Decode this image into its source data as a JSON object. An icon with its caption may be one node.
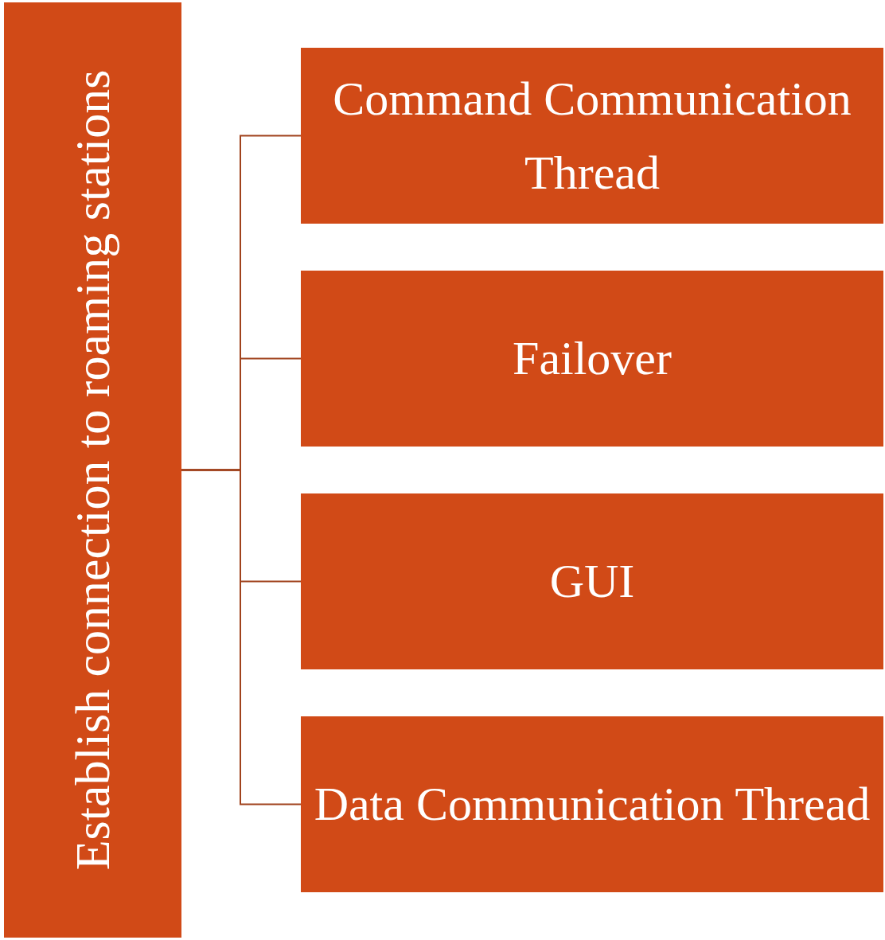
{
  "diagram": {
    "nodes": [
      {
        "text": [
          "Establish connection to roaming stations"
        ]
      },
      {
        "text": [
          "Command Communication Thread"
        ]
      },
      {
        "text": [
          "Failover"
        ]
      },
      {
        "text": [
          "GUI"
        ]
      },
      {
        "text": [
          "Data Communication Thread"
        ]
      }
    ],
    "edges": [
      {
        "from": 0,
        "to": 1,
        "arrow": "none"
      },
      {
        "from": 0,
        "to": 2,
        "arrow": "none"
      },
      {
        "from": 0,
        "to": 3,
        "arrow": "none"
      },
      {
        "from": 0,
        "to": 4,
        "arrow": "none"
      }
    ]
  }
}
